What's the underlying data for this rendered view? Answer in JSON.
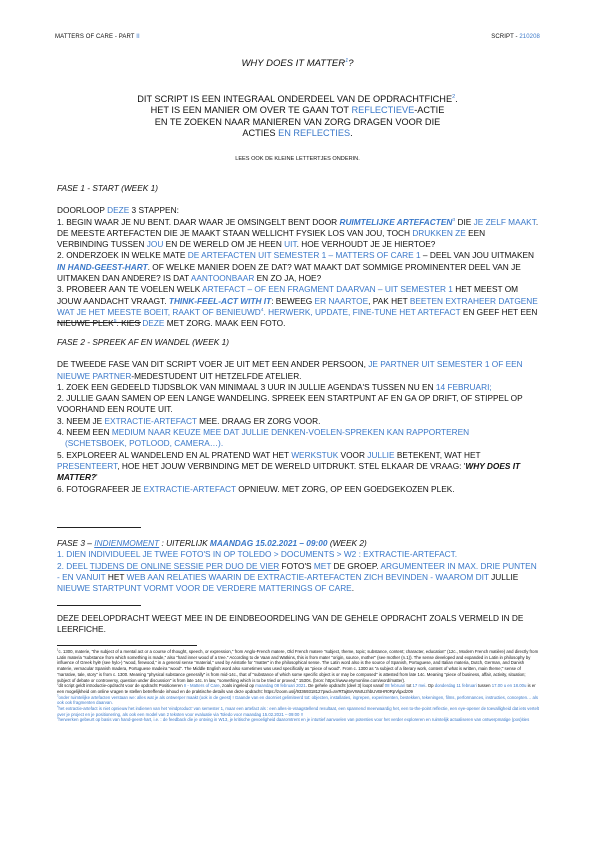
{
  "header": {
    "left_text": "MATTERS OF CARE - PART ",
    "left_num": "II",
    "right_text": "SCRIPT - ",
    "right_code": "210208"
  },
  "title": {
    "text": "WHY DOES IT MATTER",
    "sup": "1",
    "end": "?"
  },
  "intro": {
    "l1a": "DIT SCRIPT IS EEN INTEGRAAL ONDERDEEL VAN DE OPDRACHTFICHE",
    "l1sup": "2",
    "l1end": ".",
    "l2a": "HET IS EEN MANIER OM OVER TE GAAN TOT ",
    "l2b": "REFLECTIEVE",
    "l2c": "-ACTIE",
    "l3": "EN TE ZOEKEN NAAR MANIEREN VAN ZORG DRAGEN VOOR DIE",
    "l4a": "ACTIES ",
    "l4b": "EN REFLECTIES",
    "l4c": "."
  },
  "lees": "LEES OOK DE KLEINE LETTERTJES ONDERIN.",
  "fase1": {
    "heading": "FASE 1 - START (WEEK 1)",
    "p1a": "DOORLOOP ",
    "p1b": "DEZE",
    "p1c": " 3 STAPPEN:",
    "s1a": "1. BEGIN WAAR JE NU BENT. DAAR WAAR JE OMSINGELT BENT DOOR ",
    "s1b": "RUIMTELIJKE ARTEFACTEN",
    "s1sup": "3",
    "s1c": " DIE ",
    "s1d": "JE ZELF MAAKT",
    "s1e": ". DE MEESTE ARTEFACTEN DIE JE MAAKT STAAN WELLICHT FYSIEK LOS VAN JOU, TOCH ",
    "s1f": "DRUKKEN ZE",
    "s1g": " EEN VERBINDING TUSSEN ",
    "s1h": "JOU",
    "s1i": " EN DE WERELD OM JE HEEN ",
    "s1j": "UIT",
    "s1k": ". HOE VERHOUDT JE JE HIERTOE?",
    "s2a": "2. ONDERZOEK IN WELKE MATE ",
    "s2b": "DE ARTEFACTEN UIT SEMESTER 1 – MATTERS OF CARE 1",
    "s2c": " – DEEL VAN JOU UITMAKEN ",
    "s2d": "IN HAND-GEEST-HART",
    "s2e": ". OF WELKE MANIER DOEN ZE DAT? WAT MAAKT DAT SOMMIGE PROMINENTER DEEL VAN JE UITMAKEN DAN ANDERE? IS DAT ",
    "s2f": "AANTOONBAAR",
    "s2g": " EN ZO JA, HOE?",
    "s3a": "3. PROBEER AAN TE VOELEN WELK ",
    "s3b": "ARTEFACT – OF EEN FRAGMENT DAARVAN – UIT SEMESTER 1",
    "s3c": " HET MEEST OM JOUW AANDACHT VRAAGT. ",
    "s3d": "THINK-FEEL-ACT WITH IT",
    "s3e": ": BEWEEG ",
    "s3f": "ER NAARTOE",
    "s3g": ", PAK HET ",
    "s3h": "BEETEN EXTRAHEER DATGENE WAT JE HET MEESTE BOEIT, RAAKT OF BENIEUWD",
    "s3sup": "4",
    "s3i": ". HERWERK, UPDATE, FINE-TUNE HET ARTEFACT",
    "s3j": " EN GEEF HET EEN NIEUWE PLEK",
    "s3sup2": "5",
    "s3k": ". KIES ",
    "s3l": "DEZE",
    "s3m": " MET ZORG. MAAK EEN FOTO."
  },
  "fase2": {
    "heading": "FASE 2 - SPREEK AF EN WANDEL (WEEK 1)",
    "p1a": "DE TWEEDE FASE VAN DIT SCRIPT VOER JE UIT MET EEN ANDER PERSOON, ",
    "p1b": "JE PARTNER UIT SEMESTER 1 OF EEN NIEUWE PARTNER",
    "p1c": "-MEDESTUDENT UIT HETZELFDE ATELIER.",
    "s1a": "1. ZOEK EEN GEDEELD TIJDSBLOK VAN MINIMAAL 3 UUR IN JULLIE AGENDA'S TUSSEN NU EN ",
    "s1b": "14 FEBRUARI;",
    "s2": "2. JULLIE GAAN SAMEN OP EEN LANGE WANDELING. SPREEK EEN STARTPUNT AF EN GA OP DRIFT, OF STIPPEL OP VOORHAND EEN ROUTE UIT.",
    "s3a": "3. NEEM JE ",
    "s3b": "EXTRACTIE-ARTEFACT",
    "s3c": " MEE. DRAAG ER ZORG VOOR.",
    "s4a": "4. NEEM EEN ",
    "s4b": "MEDIUM NAAR KEUZE MEE DAT JULLIE DENKEN-VOELEN-SPREKEN KAN RAPPORTEREN",
    "s4c": "(SCHETSBOEK, POTLOOD, CAMERA…).",
    "s5a": "5. EXPLOREER AL WANDELEND EN AL PRATEND WAT HET ",
    "s5b": "WERKSTUK",
    "s5c": " VOOR ",
    "s5d": "JULLIE",
    "s5e": " BETEKENT, WAT HET ",
    "s5f": "PRESENTEERT",
    "s5g": ", HOE HET JOUW VERBINDING MET DE WERELD UITDRUKT. STEL ELKAAR DE VRAAG: '",
    "s5h": "WHY DOES IT MATTER?",
    "s5i": "'",
    "s6a": "6. FOTOGRAFEER JE ",
    "s6b": "EXTRACTIE-ARTEFACT",
    "s6c": " OPNIEUW. MET ZORG, OP EEN GOEDGEKOZEN PLEK."
  },
  "fase3": {
    "h1": "FASE 3 – ",
    "h2": "INDIENMOMENT",
    "h3": " : UITERLIJK ",
    "h4": "MAANDAG 15.02.2021 – 09:00",
    "h5": " (WEEK 2)",
    "s1": "1. DIEN INDIVIDUEEL JE TWEE FOTO'S IN OP TOLEDO > DOCUMENTS > W2 : EXTRACTIE-ARTEFACT.",
    "s2a": "2. DEEL ",
    "s2b": "TIJDENS DE ONLINE SESSIE PER DUO DE VIER",
    "s2c": " FOTO'S ",
    "s2d": "MET",
    "s2e": " DE GROEP. ",
    "s2f": "ARGUMENTEER IN MAX. DRIE PUNTEN - EN VANUIT",
    "s2g": " HET ",
    "s2h": "WEB AAN RELATIES WAARIN DE EXTRACTIE-ARTEFACTEN ZICH BEVINDEN - WAAROM DIT",
    "s2i": " JULLIE ",
    "s2j": "NIEUWE STARTPUNT VORMT VOOR DE VERDERE MATTERINGS OF CARE",
    "s2k": "."
  },
  "closing": "DEZE DEELOPDRACHT WEEGT MEE IN DE EINDBEOORDELING VAN DE GEHELE OPDRACHT ZOALS VERMELD IN DE LEERFICHE.",
  "footnotes": {
    "f1": "c. 1300, materie, \"the subject of a mental act or a course of thought, speech, or expression,\" from Anglo-French matere, Old French matere \"subject, theme, topic; substance, content; character, education\" (12c., Modern French matière) and directly from Latin materia \"substance from which something is made,\" also \"hard inner wood of a tree.\" According to de Vaan and Watkins, this is from mater \"origin, source, mother\" (see mother (n.1)). The sense developed and expanded in Latin in philosophy by influence of Greek hylē (see hylo-) \"wood, firewood,\" in a general sense \"material,\" used by Aristotle for \"matter\" in the philosophical sense. The Latin word also is the source of Spanish, Portuguese, and Italian materia, Dutch, German, and Danish materie, vernacular Spanish madera, Portuguese madeira \"wood\". The Middle English word also sometimes was used specifically as \"piece of wood\". From c. 1300 as \"a subject of a literary work, content of what is written, main theme;\" sense of \"narrative, tale, story\" is from c. 1300. Meaning \"physical substance generally\" is from mid-14c., that of \"substance of which some specific object is or may be composed\" is attested from late 14c. Meaning \"piece of business, affair, activity, situation; subject of debate or controversy, question under discussion\" is from late 14c. In law, \"something which is to be tried or proved,\" 1530s. (bron: https://www.etymonline.com/word/matter).",
    "f2a": "dit script geldt introductie-opdracht voor de opdracht Positioneren ",
    "f2b": "II - Matters of Care",
    "f2c": ", zoals ingeleid op ",
    "f2d": "maandag 08 februari 2021",
    "f2e": ". De gehele opdracht (deel 3) loopt vanaf ",
    "f2f": "08 februari",
    "f2g": " tot ",
    "f2h": "17 mei",
    "f2i": ". Op ",
    "f2j": "donderdag 11 februari",
    "f2k": " tussen ",
    "f2l": "17.00 u en 18.00u",
    "f2m": " is er een mogelijkheid om online vragen te stellen betreffende inhoud en de praktische details van deze opdracht: ",
    "f2n": "https://zoom.us/j/93369318127pwd=aVRTajBvVWxtUzhbUVBHR0RpVlgxdz09",
    "f3": "onder ruimtelijke artefacten verstaan we: alles wat je als ontwerper maakt (ook in de geest) ! Gaande van en doorniet gelimiteerd tot: objecten, installaties, ingrepen, experimenten, bestekken, tekeningen, films, performances, instructies, concepten… als ook ook fragmenten daarvan.",
    "f4": "het extractie-artefact is niet opnieuw het indienen van het 'eindproduct' van semester 1, maar een artefact als : een alles-in-vraagstellend resultaat, een spannend meerwaardig het, een to-the-point reflectie, een eye-opener de toevalligheid dat iets vertelt over je project en je positionering, als ook een model van 2 teksten voor evaluatie via Toledo voor maandag 15.02.2021 – 09:00 !!",
    "f5": "herwerken gebeurt op basis van hand-geest-hart, i.e. : de feedback die je ontving in W13, je kritische gevoeligheid daaromtrent en je intuïtief aanvoelen van potenties voor het verder exploreren en ruimtelijk actualiseren van ontwerpmatige (pos)ities"
  },
  "colors": {
    "accent": "#3a78c9",
    "text": "#111111"
  }
}
